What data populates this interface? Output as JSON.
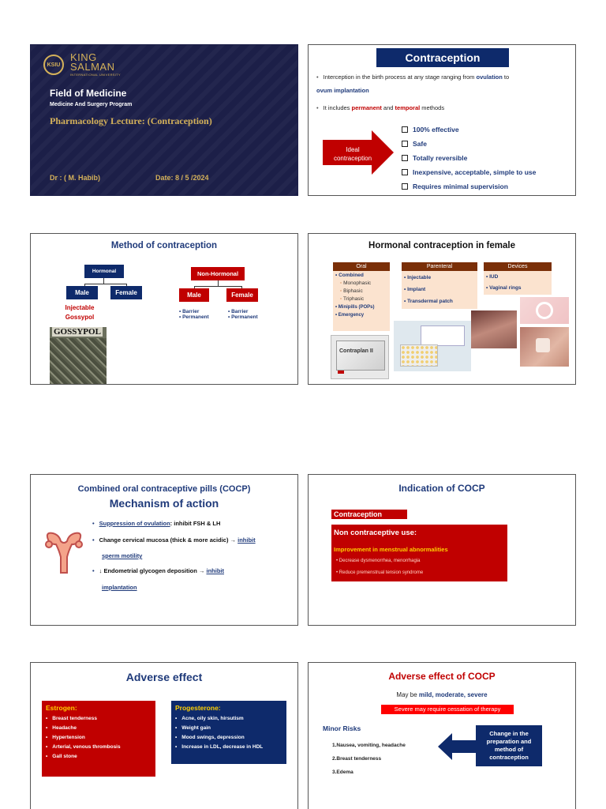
{
  "slide1": {
    "logo_line1": "KING",
    "logo_line2": "SALMAN",
    "logo_sub": "INTERNATIONAL UNIVERSITY",
    "logo_badge": "KSIU",
    "title": "Field of Medicine",
    "program": "Medicine And Surgery Program",
    "lecture": "Pharmacology Lecture: (Contraception)",
    "doctor": "Dr : ( M. Habib)",
    "date": "Date: 8 / 5 /2024"
  },
  "slide2": {
    "title": "Contraception",
    "bullet1_pre": "Interception in the birth process at any stage ranging from ",
    "bullet1_hl": "ovulation",
    "bullet1_mid": " to",
    "bullet1_line2": "ovum implantation",
    "bullet2_pre": "It includes ",
    "bullet2_perm": "permanent",
    "bullet2_and": " and ",
    "bullet2_temp": "temporal",
    "bullet2_post": " methods",
    "arrow_label": "Ideal contraception",
    "checks": [
      "100% effective",
      "Safe",
      "Totally reversible",
      "Inexpensive, acceptable, simple to use",
      "Requires minimal supervision"
    ]
  },
  "slide3": {
    "title": "Method of contraception",
    "hormonal": "Hormonal",
    "non_hormonal": "Non-Hormonal",
    "male": "Male",
    "female": "Female",
    "male_methods_l1": "Injectable",
    "male_methods_l2": "Gossypol",
    "nh_male_items": [
      "Barrier",
      "Permanent"
    ],
    "nh_female_items": [
      "Barrier",
      "Permanent"
    ],
    "gossypol_label": "GOSSYPOL"
  },
  "slide4": {
    "title": "Hormonal contraception in female",
    "col_oral": "Oral",
    "col_parenteral": "Parenteral",
    "col_devices": "Devices",
    "oral_combined": "Combined",
    "oral_sub": [
      "Monophasic",
      "Biphasic",
      "Triphasic"
    ],
    "oral_more": [
      "Minipills (POPs)",
      "Emergency"
    ],
    "parenteral_items": [
      "Injectable",
      "Implant",
      "Transdermal patch"
    ],
    "devices_items": [
      "IUD",
      "Vaginal rings"
    ],
    "pack_label": "Contraplan II"
  },
  "slide5": {
    "title": "Combined oral contraceptive pills (COCP)",
    "subtitle": "Mechanism of action",
    "p1_link": "Suppression of ovulation",
    "p1_rest": ": inhibit FSH & LH",
    "p2_text": "Change cervical mucosa (thick & more acidic) → ",
    "p2_link1": "inhibit",
    "p2_link2": "sperm motility",
    "p3_text": "↓ Endometrial glycogen deposition → ",
    "p3_link1": "inhibit",
    "p3_link2": "implantation"
  },
  "slide6": {
    "title": "Indication of COCP",
    "contraception": "Contraception",
    "non_use": "Non contraceptive use:",
    "improvement": "Improvement in menstrual abnormalities",
    "items": [
      "Decrease dysmenorrhea, menorrhagia",
      "Reduce premenstrual tension syndrome"
    ]
  },
  "slide7": {
    "title": "Adverse effect",
    "estrogen_title": "Estrogen:",
    "estrogen_items": [
      "Breast tenderness",
      "Headache",
      "Hypertension",
      "Arterial, venous thrombosis",
      "Gall stone"
    ],
    "progesterone_title": "Progesterone:",
    "progesterone_items": [
      "Acne, oily skin, hirsutism",
      "Weight gain",
      "Mood swings, depression",
      "Increase in LDL, decrease in HDL"
    ]
  },
  "slide8": {
    "title": "Adverse effect of COCP",
    "may_be_pre": "May be ",
    "may_be_hl": "mild, moderate, severe",
    "severe": "Severe may require cessation of therapy",
    "minor": "Minor Risks",
    "risks": [
      "1.Nausea, vomiting, headache",
      "2.Breast tenderness",
      "3.Edema"
    ],
    "change_box": "Change in the preparation and method of contraception"
  },
  "colors": {
    "navy": "#0e2a6b",
    "red": "#c00000",
    "gold": "#d4b15a",
    "dark_bg": "#1c1f48"
  }
}
